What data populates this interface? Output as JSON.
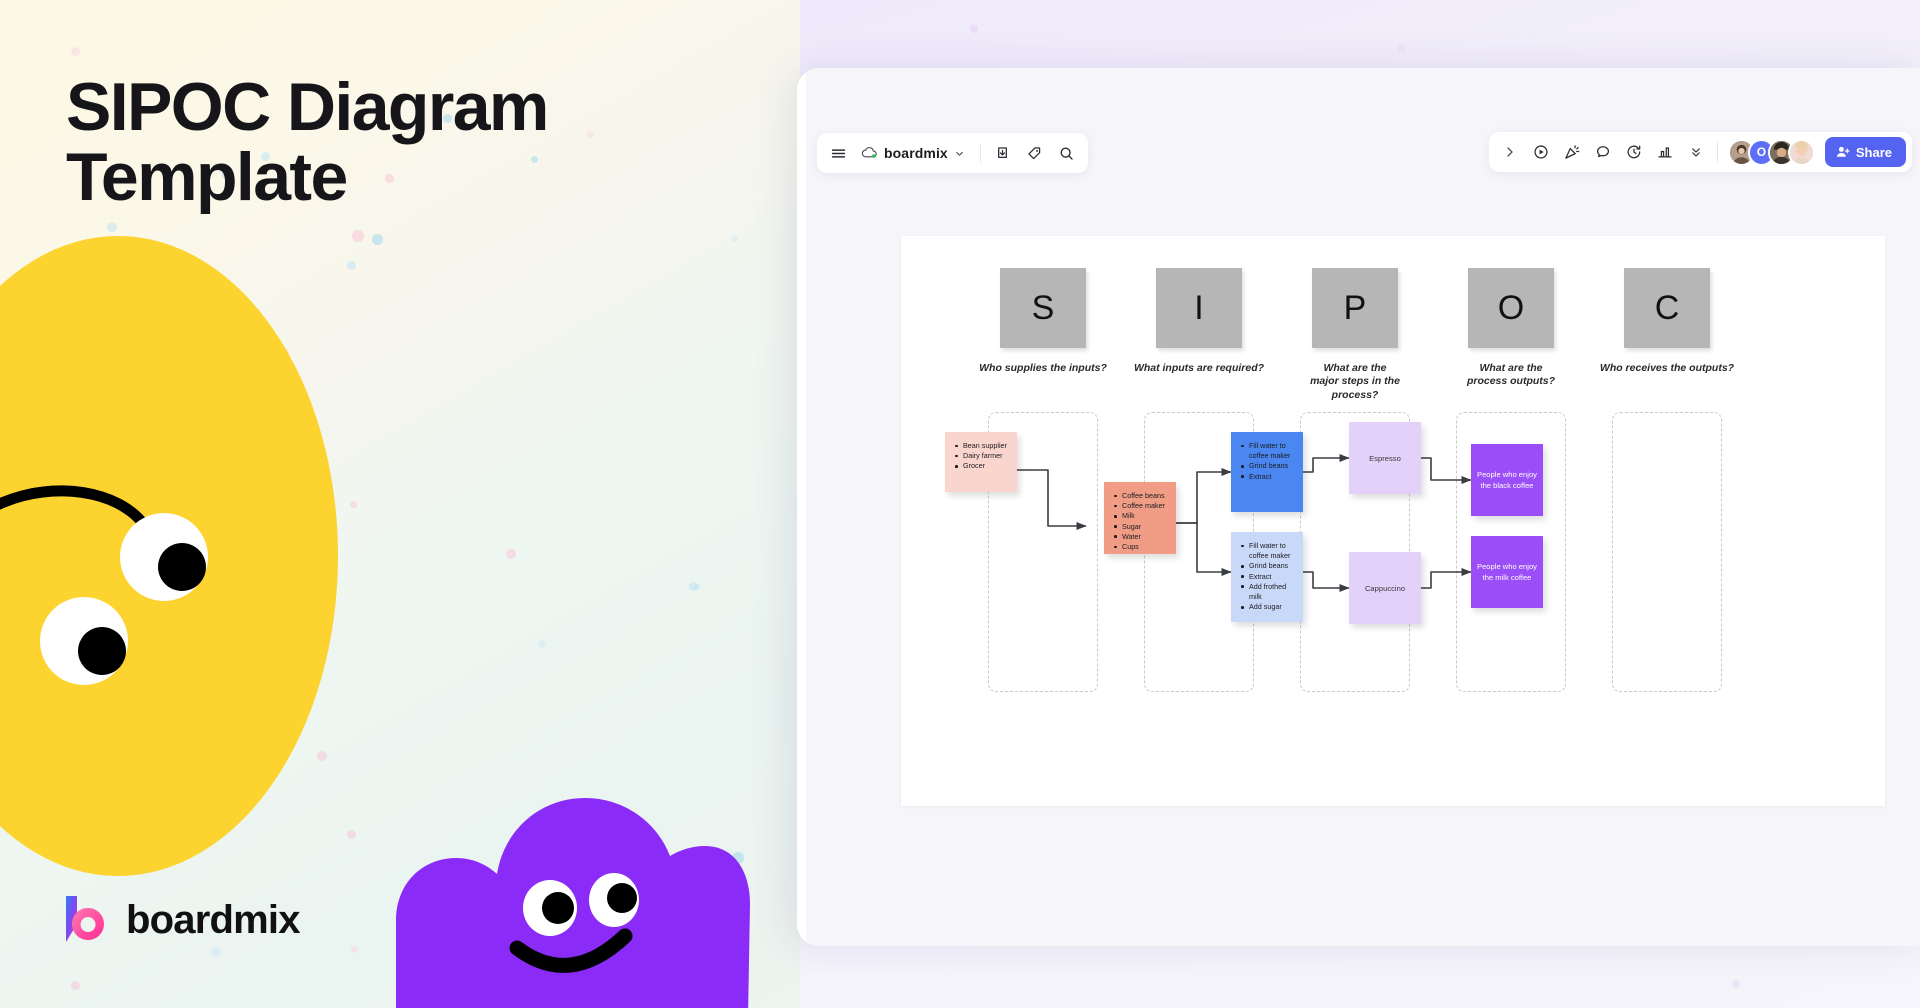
{
  "promo": {
    "title": "SIPOC Diagram Template",
    "brand_name": "boardmix",
    "brand_logo_icon": "boardmix-b-logo-icon",
    "decorations": [
      {
        "name": "yellow-smiley-blob",
        "color": "#fcd32f"
      },
      {
        "name": "purple-cloud-blob",
        "color": "#8b2bf8"
      }
    ]
  },
  "app": {
    "toolbar_left": {
      "menu_icon": "hamburger-menu-icon",
      "cloud_icon": "cloud-saved-icon",
      "doc_name": "boardmix",
      "chevron_icon": "chevron-down-icon",
      "items": [
        {
          "icon": "download-icon",
          "label": "Download"
        },
        {
          "icon": "tag-icon",
          "label": "Tag"
        },
        {
          "icon": "search-icon",
          "label": "Search"
        }
      ]
    },
    "toolbar_right": {
      "items": [
        {
          "icon": "chevron-right-icon",
          "label": "Expand"
        },
        {
          "icon": "present-play-icon",
          "label": "Present"
        },
        {
          "icon": "confetti-icon",
          "label": "Celebrate"
        },
        {
          "icon": "comment-bubble-icon",
          "label": "Comment"
        },
        {
          "icon": "timer-icon",
          "label": "Timer"
        },
        {
          "icon": "chart-icon",
          "label": "Vote"
        },
        {
          "icon": "chevrons-down-icon",
          "label": "More"
        }
      ],
      "avatars": [
        {
          "name": "avatar-1",
          "type": "photo",
          "color": "#8f7f72"
        },
        {
          "name": "avatar-2",
          "type": "initial",
          "initial": "O",
          "color": "#5b6ef5"
        },
        {
          "name": "avatar-3",
          "type": "photo",
          "color": "#5a5047"
        },
        {
          "name": "avatar-4",
          "type": "photo",
          "color": "#e9c9c1"
        }
      ],
      "share_label": "Share",
      "share_icon": "person-add-icon",
      "share_color": "#5564f0"
    }
  },
  "chart_data": {
    "type": "diagram",
    "title": "SIPOC Diagram",
    "columns": [
      {
        "letter": "S",
        "question": "Who supplies the inputs?"
      },
      {
        "letter": "I",
        "question": "What inputs are required?"
      },
      {
        "letter": "P",
        "question": "What are the major steps in the process?"
      },
      {
        "letter": "O",
        "question": "What are the process outputs?"
      },
      {
        "letter": "C",
        "question": "Who receives the outputs?"
      }
    ],
    "notes": [
      {
        "id": "suppliers",
        "column": "S",
        "color": "#fad5cd",
        "text_color": "#1c1c20",
        "items": [
          "Bean supplier",
          "Dairy farmer",
          "Grocer"
        ]
      },
      {
        "id": "inputs",
        "column": "I",
        "color": "#f19d86",
        "text_color": "#1c1c20",
        "items": [
          "Coffee beans",
          "Coffee maker",
          "Milk",
          "Sugar",
          "Water",
          "Cups"
        ]
      },
      {
        "id": "process-espresso",
        "column": "P",
        "color": "#4a87f0",
        "text_color": "#1c1c20",
        "items": [
          "Fill water to coffee maker",
          "Grind beans",
          "Extract"
        ]
      },
      {
        "id": "process-cappuccino",
        "column": "P",
        "color": "#c8d8f8",
        "text_color": "#1c1c20",
        "items": [
          "Fill water to coffee maker",
          "Grind beans",
          "Extract",
          "Add frothed milk",
          "Add sugar"
        ]
      },
      {
        "id": "output-espresso",
        "column": "O",
        "color": "#e3d1fa",
        "text_color": "#38383f",
        "label": "Espresso"
      },
      {
        "id": "output-cappuccino",
        "column": "O",
        "color": "#e3d1fa",
        "text_color": "#38383f",
        "label": "Cappuccino"
      },
      {
        "id": "customer-black",
        "column": "C",
        "color": "#9b4ef7",
        "text_color": "#ffffff",
        "label": "People who enjoy the black coffee"
      },
      {
        "id": "customer-milk",
        "column": "C",
        "color": "#9b4ef7",
        "text_color": "#ffffff",
        "label": "People who enjoy the milk coffee"
      }
    ],
    "connections": [
      {
        "from": "suppliers",
        "to": "inputs"
      },
      {
        "from": "inputs",
        "to": "process-espresso"
      },
      {
        "from": "inputs",
        "to": "process-cappuccino"
      },
      {
        "from": "process-espresso",
        "to": "output-espresso"
      },
      {
        "from": "process-cappuccino",
        "to": "output-cappuccino"
      },
      {
        "from": "output-espresso",
        "to": "customer-black"
      },
      {
        "from": "output-cappuccino",
        "to": "customer-milk"
      }
    ]
  }
}
